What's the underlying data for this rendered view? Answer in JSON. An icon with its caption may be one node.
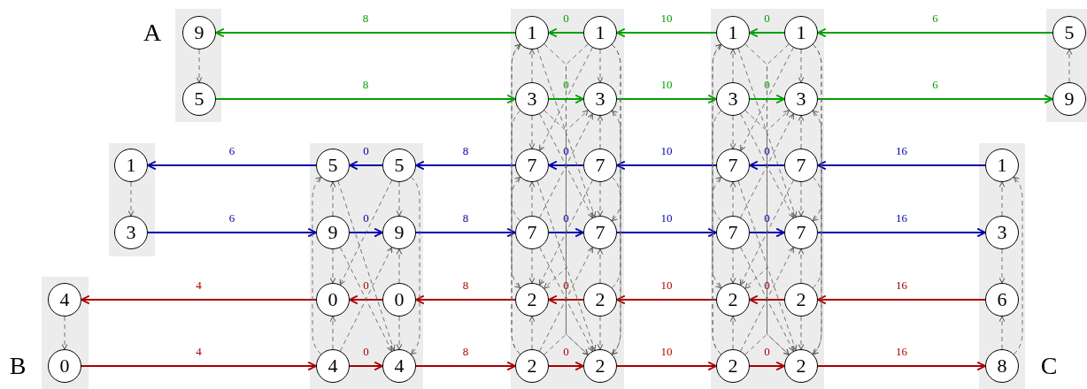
{
  "diagram": {
    "nodes": [
      {
        "text": [
          "9"
        ]
      },
      {
        "text": [
          "1"
        ]
      },
      {
        "text": [
          "1"
        ]
      },
      {
        "text": [
          "1"
        ]
      },
      {
        "text": [
          "1"
        ]
      },
      {
        "text": [
          "5"
        ]
      },
      {
        "text": [
          "5"
        ]
      },
      {
        "text": [
          "3"
        ]
      },
      {
        "text": [
          "3"
        ]
      },
      {
        "text": [
          "3"
        ]
      },
      {
        "text": [
          "3"
        ]
      },
      {
        "text": [
          "9"
        ]
      },
      {
        "text": [
          "1"
        ]
      },
      {
        "text": [
          "5"
        ]
      },
      {
        "text": [
          "5"
        ]
      },
      {
        "text": [
          "7"
        ]
      },
      {
        "text": [
          "7"
        ]
      },
      {
        "text": [
          "7"
        ]
      },
      {
        "text": [
          "7"
        ]
      },
      {
        "text": [
          "1"
        ]
      },
      {
        "text": [
          "3"
        ]
      },
      {
        "text": [
          "9"
        ]
      },
      {
        "text": [
          "9"
        ]
      },
      {
        "text": [
          "7"
        ]
      },
      {
        "text": [
          "7"
        ]
      },
      {
        "text": [
          "7"
        ]
      },
      {
        "text": [
          "7"
        ]
      },
      {
        "text": [
          "3"
        ]
      },
      {
        "text": [
          "4"
        ]
      },
      {
        "text": [
          "0"
        ]
      },
      {
        "text": [
          "0"
        ]
      },
      {
        "text": [
          "2"
        ]
      },
      {
        "text": [
          "2"
        ]
      },
      {
        "text": [
          "2"
        ]
      },
      {
        "text": [
          "2"
        ]
      },
      {
        "text": [
          "6"
        ]
      },
      {
        "text": [
          "0"
        ]
      },
      {
        "text": [
          "4"
        ]
      },
      {
        "text": [
          "4"
        ]
      },
      {
        "text": [
          "2"
        ]
      },
      {
        "text": [
          "2"
        ]
      },
      {
        "text": [
          "2"
        ]
      },
      {
        "text": [
          "2"
        ]
      },
      {
        "text": [
          "8"
        ]
      }
    ],
    "edges": [
      {
        "from": 5,
        "to": 4,
        "arrow": "to",
        "label": "6",
        "color": "#00a000"
      },
      {
        "from": 4,
        "to": 3,
        "arrow": "to",
        "label": "0",
        "color": "#00a000"
      },
      {
        "from": 3,
        "to": 2,
        "arrow": "to",
        "label": "10",
        "color": "#00a000"
      },
      {
        "from": 2,
        "to": 1,
        "arrow": "to",
        "label": "0",
        "color": "#00a000"
      },
      {
        "from": 1,
        "to": 0,
        "arrow": "to",
        "label": "8",
        "color": "#00a000"
      },
      {
        "from": 6,
        "to": 7,
        "arrow": "to",
        "label": "8",
        "color": "#00a000"
      },
      {
        "from": 7,
        "to": 8,
        "arrow": "to",
        "label": "0",
        "color": "#00a000"
      },
      {
        "from": 8,
        "to": 9,
        "arrow": "to",
        "label": "10",
        "color": "#00a000"
      },
      {
        "from": 9,
        "to": 10,
        "arrow": "to",
        "label": "0",
        "color": "#00a000"
      },
      {
        "from": 10,
        "to": 11,
        "arrow": "to",
        "label": "6",
        "color": "#00a000"
      },
      {
        "from": 19,
        "to": 18,
        "arrow": "to",
        "label": "16",
        "color": "#0000aa"
      },
      {
        "from": 18,
        "to": 17,
        "arrow": "to",
        "label": "0",
        "color": "#0000aa"
      },
      {
        "from": 17,
        "to": 16,
        "arrow": "to",
        "label": "10",
        "color": "#0000aa"
      },
      {
        "from": 16,
        "to": 15,
        "arrow": "to",
        "label": "0",
        "color": "#0000aa"
      },
      {
        "from": 15,
        "to": 14,
        "arrow": "to",
        "label": "8",
        "color": "#0000aa"
      },
      {
        "from": 14,
        "to": 13,
        "arrow": "to",
        "label": "0",
        "color": "#0000aa"
      },
      {
        "from": 13,
        "to": 12,
        "arrow": "to",
        "label": "6",
        "color": "#0000aa"
      },
      {
        "from": 20,
        "to": 21,
        "arrow": "to",
        "label": "6",
        "color": "#0000aa"
      },
      {
        "from": 21,
        "to": 22,
        "arrow": "to",
        "label": "0",
        "color": "#0000aa"
      },
      {
        "from": 22,
        "to": 23,
        "arrow": "to",
        "label": "8",
        "color": "#0000aa"
      },
      {
        "from": 23,
        "to": 24,
        "arrow": "to",
        "label": "0",
        "color": "#0000aa"
      },
      {
        "from": 24,
        "to": 25,
        "arrow": "to",
        "label": "10",
        "color": "#0000aa"
      },
      {
        "from": 25,
        "to": 26,
        "arrow": "to",
        "label": "0",
        "color": "#0000aa"
      },
      {
        "from": 26,
        "to": 27,
        "arrow": "to",
        "label": "16",
        "color": "#0000aa"
      },
      {
        "from": 35,
        "to": 34,
        "arrow": "to",
        "label": "16",
        "color": "#aa0000"
      },
      {
        "from": 34,
        "to": 33,
        "arrow": "to",
        "label": "0",
        "color": "#aa0000"
      },
      {
        "from": 33,
        "to": 32,
        "arrow": "to",
        "label": "10",
        "color": "#aa0000"
      },
      {
        "from": 32,
        "to": 31,
        "arrow": "to",
        "label": "0",
        "color": "#aa0000"
      },
      {
        "from": 31,
        "to": 30,
        "arrow": "to",
        "label": "8",
        "color": "#aa0000"
      },
      {
        "from": 30,
        "to": 29,
        "arrow": "to",
        "label": "0",
        "color": "#aa0000"
      },
      {
        "from": 29,
        "to": 28,
        "arrow": "to",
        "label": "4",
        "color": "#aa0000"
      },
      {
        "from": 36,
        "to": 37,
        "arrow": "to",
        "label": "4",
        "color": "#aa0000"
      },
      {
        "from": 37,
        "to": 38,
        "arrow": "to",
        "label": "0",
        "color": "#aa0000"
      },
      {
        "from": 38,
        "to": 39,
        "arrow": "to",
        "label": "8",
        "color": "#aa0000"
      },
      {
        "from": 39,
        "to": 40,
        "arrow": "to",
        "label": "0",
        "color": "#aa0000"
      },
      {
        "from": 40,
        "to": 41,
        "arrow": "to",
        "label": "10",
        "color": "#aa0000"
      },
      {
        "from": 41,
        "to": 42,
        "arrow": "to",
        "label": "0",
        "color": "#aa0000"
      },
      {
        "from": 42,
        "to": 43,
        "arrow": "to",
        "label": "16",
        "color": "#aa0000"
      },
      {
        "from": 0,
        "to": 6,
        "arrow": "to",
        "style": "dashed"
      },
      {
        "from": 12,
        "to": 20,
        "arrow": "to",
        "style": "dashed"
      },
      {
        "from": 28,
        "to": 36,
        "arrow": "to",
        "style": "dashed"
      },
      {
        "from": 11,
        "to": 5,
        "arrow": "to",
        "style": "dashed"
      },
      {
        "from": 27,
        "to": 19,
        "arrow": "to",
        "style": "dashed"
      },
      {
        "from": 43,
        "to": 19,
        "arrow": "to",
        "style": "dashed"
      },
      {
        "from": 27,
        "to": 35,
        "arrow": "to",
        "style": "dashed"
      },
      {
        "from": 43,
        "to": 35,
        "arrow": "to",
        "style": "dashed"
      },
      {
        "from": 21,
        "to": 13,
        "arrow": "to",
        "style": "dashed"
      },
      {
        "from": 37,
        "to": 29,
        "arrow": "to",
        "style": "dashed"
      },
      {
        "from": 14,
        "to": 22,
        "arrow": "to",
        "style": "dashed"
      },
      {
        "from": 30,
        "to": 38,
        "arrow": "to",
        "style": "dashed"
      },
      {
        "from": 37,
        "to": 13,
        "arrow": "to",
        "style": "dashed"
      },
      {
        "from": 13,
        "to": 38,
        "arrow": "to",
        "style": "dashed"
      },
      {
        "from": 21,
        "to": 29,
        "arrow": "to",
        "style": "dashed"
      },
      {
        "from": 30,
        "to": 22,
        "arrow": "to",
        "style": "dashed"
      },
      {
        "from": 21,
        "to": 38,
        "arrow": "to",
        "style": "dashed"
      },
      {
        "from": 14,
        "to": 29,
        "arrow": "to",
        "style": "dashed"
      },
      {
        "from": 37,
        "to": 22,
        "arrow": "to",
        "style": "dashed"
      },
      {
        "from": 14,
        "to": 38,
        "arrow": "to",
        "style": "dashed"
      },
      {
        "from": 7,
        "to": 1,
        "arrow": "to",
        "style": "dashed"
      },
      {
        "from": 2,
        "to": 8,
        "arrow": "to",
        "style": "dashed"
      },
      {
        "from": 23,
        "to": 15,
        "arrow": "to",
        "style": "dashed"
      },
      {
        "from": 16,
        "to": 24,
        "arrow": "to",
        "style": "dashed"
      },
      {
        "from": 39,
        "to": 31,
        "arrow": "to",
        "style": "dashed"
      },
      {
        "from": 32,
        "to": 40,
        "arrow": "to",
        "style": "dashed"
      },
      {
        "from": 23,
        "to": 1,
        "arrow": "to",
        "style": "dashed"
      },
      {
        "from": 1,
        "to": 24,
        "arrow": "to",
        "style": "dashed"
      },
      {
        "from": 7,
        "to": 15,
        "arrow": "to",
        "style": "dashed"
      },
      {
        "from": 16,
        "to": 8,
        "arrow": "to",
        "style": "dashed"
      },
      {
        "from": 7,
        "to": 24,
        "arrow": "to",
        "style": "dashed"
      },
      {
        "from": 2,
        "to": 15,
        "arrow": "to",
        "style": "dashed"
      },
      {
        "from": 23,
        "to": 8,
        "arrow": "to",
        "style": "dashed"
      },
      {
        "from": 2,
        "to": 24,
        "arrow": "to",
        "style": "dashed"
      },
      {
        "from": 39,
        "to": 1,
        "arrow": "to",
        "style": "dashed"
      },
      {
        "from": 1,
        "to": 40,
        "arrow": "to",
        "style": "dashed"
      },
      {
        "from": 7,
        "to": 31,
        "arrow": "to",
        "style": "dashed"
      },
      {
        "from": 32,
        "to": 8,
        "arrow": "to",
        "style": "dashed"
      },
      {
        "from": 7,
        "to": 40,
        "arrow": "to",
        "style": "dashed"
      },
      {
        "from": 2,
        "to": 31,
        "arrow": "to",
        "style": "dashed"
      },
      {
        "from": 39,
        "to": 8,
        "arrow": "to",
        "style": "dashed"
      },
      {
        "from": 2,
        "to": 40,
        "arrow": "to",
        "style": "dashed"
      },
      {
        "from": 39,
        "to": 15,
        "arrow": "to",
        "style": "dashed"
      },
      {
        "from": 15,
        "to": 40,
        "arrow": "to",
        "style": "dashed"
      },
      {
        "from": 23,
        "to": 31,
        "arrow": "to",
        "style": "dashed"
      },
      {
        "from": 32,
        "to": 24,
        "arrow": "to",
        "style": "dashed"
      },
      {
        "from": 23,
        "to": 40,
        "arrow": "to",
        "style": "dashed"
      },
      {
        "from": 16,
        "to": 31,
        "arrow": "to",
        "style": "dashed"
      },
      {
        "from": 39,
        "to": 24,
        "arrow": "to",
        "style": "dashed"
      },
      {
        "from": 16,
        "to": 40,
        "arrow": "to",
        "style": "dashed"
      },
      {
        "from": 9,
        "to": 3,
        "arrow": "to",
        "style": "dashed"
      },
      {
        "from": 4,
        "to": 10,
        "arrow": "to",
        "style": "dashed"
      },
      {
        "from": 25,
        "to": 17,
        "arrow": "to",
        "style": "dashed"
      },
      {
        "from": 18,
        "to": 26,
        "arrow": "to",
        "style": "dashed"
      },
      {
        "from": 41,
        "to": 33,
        "arrow": "to",
        "style": "dashed"
      },
      {
        "from": 34,
        "to": 42,
        "arrow": "to",
        "style": "dashed"
      },
      {
        "from": 25,
        "to": 3,
        "arrow": "to",
        "style": "dashed"
      },
      {
        "from": 3,
        "to": 26,
        "arrow": "to",
        "style": "dashed"
      },
      {
        "from": 9,
        "to": 17,
        "arrow": "to",
        "style": "dashed"
      },
      {
        "from": 18,
        "to": 10,
        "arrow": "to",
        "style": "dashed"
      },
      {
        "from": 9,
        "to": 26,
        "arrow": "to",
        "style": "dashed"
      },
      {
        "from": 4,
        "to": 17,
        "arrow": "to",
        "style": "dashed"
      },
      {
        "from": 25,
        "to": 10,
        "arrow": "to",
        "style": "dashed"
      },
      {
        "from": 4,
        "to": 26,
        "arrow": "to",
        "style": "dashed"
      },
      {
        "from": 41,
        "to": 3,
        "arrow": "to",
        "style": "dashed"
      },
      {
        "from": 3,
        "to": 42,
        "arrow": "to",
        "style": "dashed"
      },
      {
        "from": 9,
        "to": 33,
        "arrow": "to",
        "style": "dashed"
      },
      {
        "from": 34,
        "to": 10,
        "arrow": "to",
        "style": "dashed"
      },
      {
        "from": 9,
        "to": 42,
        "arrow": "to",
        "style": "dashed"
      },
      {
        "from": 4,
        "to": 33,
        "arrow": "to",
        "style": "dashed"
      },
      {
        "from": 41,
        "to": 10,
        "arrow": "to",
        "style": "dashed"
      },
      {
        "from": 4,
        "to": 42,
        "arrow": "to",
        "style": "dashed"
      },
      {
        "from": 41,
        "to": 17,
        "arrow": "to",
        "style": "dashed"
      },
      {
        "from": 17,
        "to": 42,
        "arrow": "to",
        "style": "dashed"
      },
      {
        "from": 25,
        "to": 33,
        "arrow": "to",
        "style": "dashed"
      },
      {
        "from": 34,
        "to": 26,
        "arrow": "to",
        "style": "dashed"
      },
      {
        "from": 25,
        "to": 42,
        "arrow": "to",
        "style": "dashed"
      },
      {
        "from": 18,
        "to": 33,
        "arrow": "to",
        "style": "dashed"
      },
      {
        "from": 41,
        "to": 26,
        "arrow": "to",
        "style": "dashed"
      },
      {
        "from": 18,
        "to": 42,
        "arrow": "to",
        "style": "dashed"
      }
    ],
    "labels": [
      "A",
      "B",
      "C"
    ]
  }
}
